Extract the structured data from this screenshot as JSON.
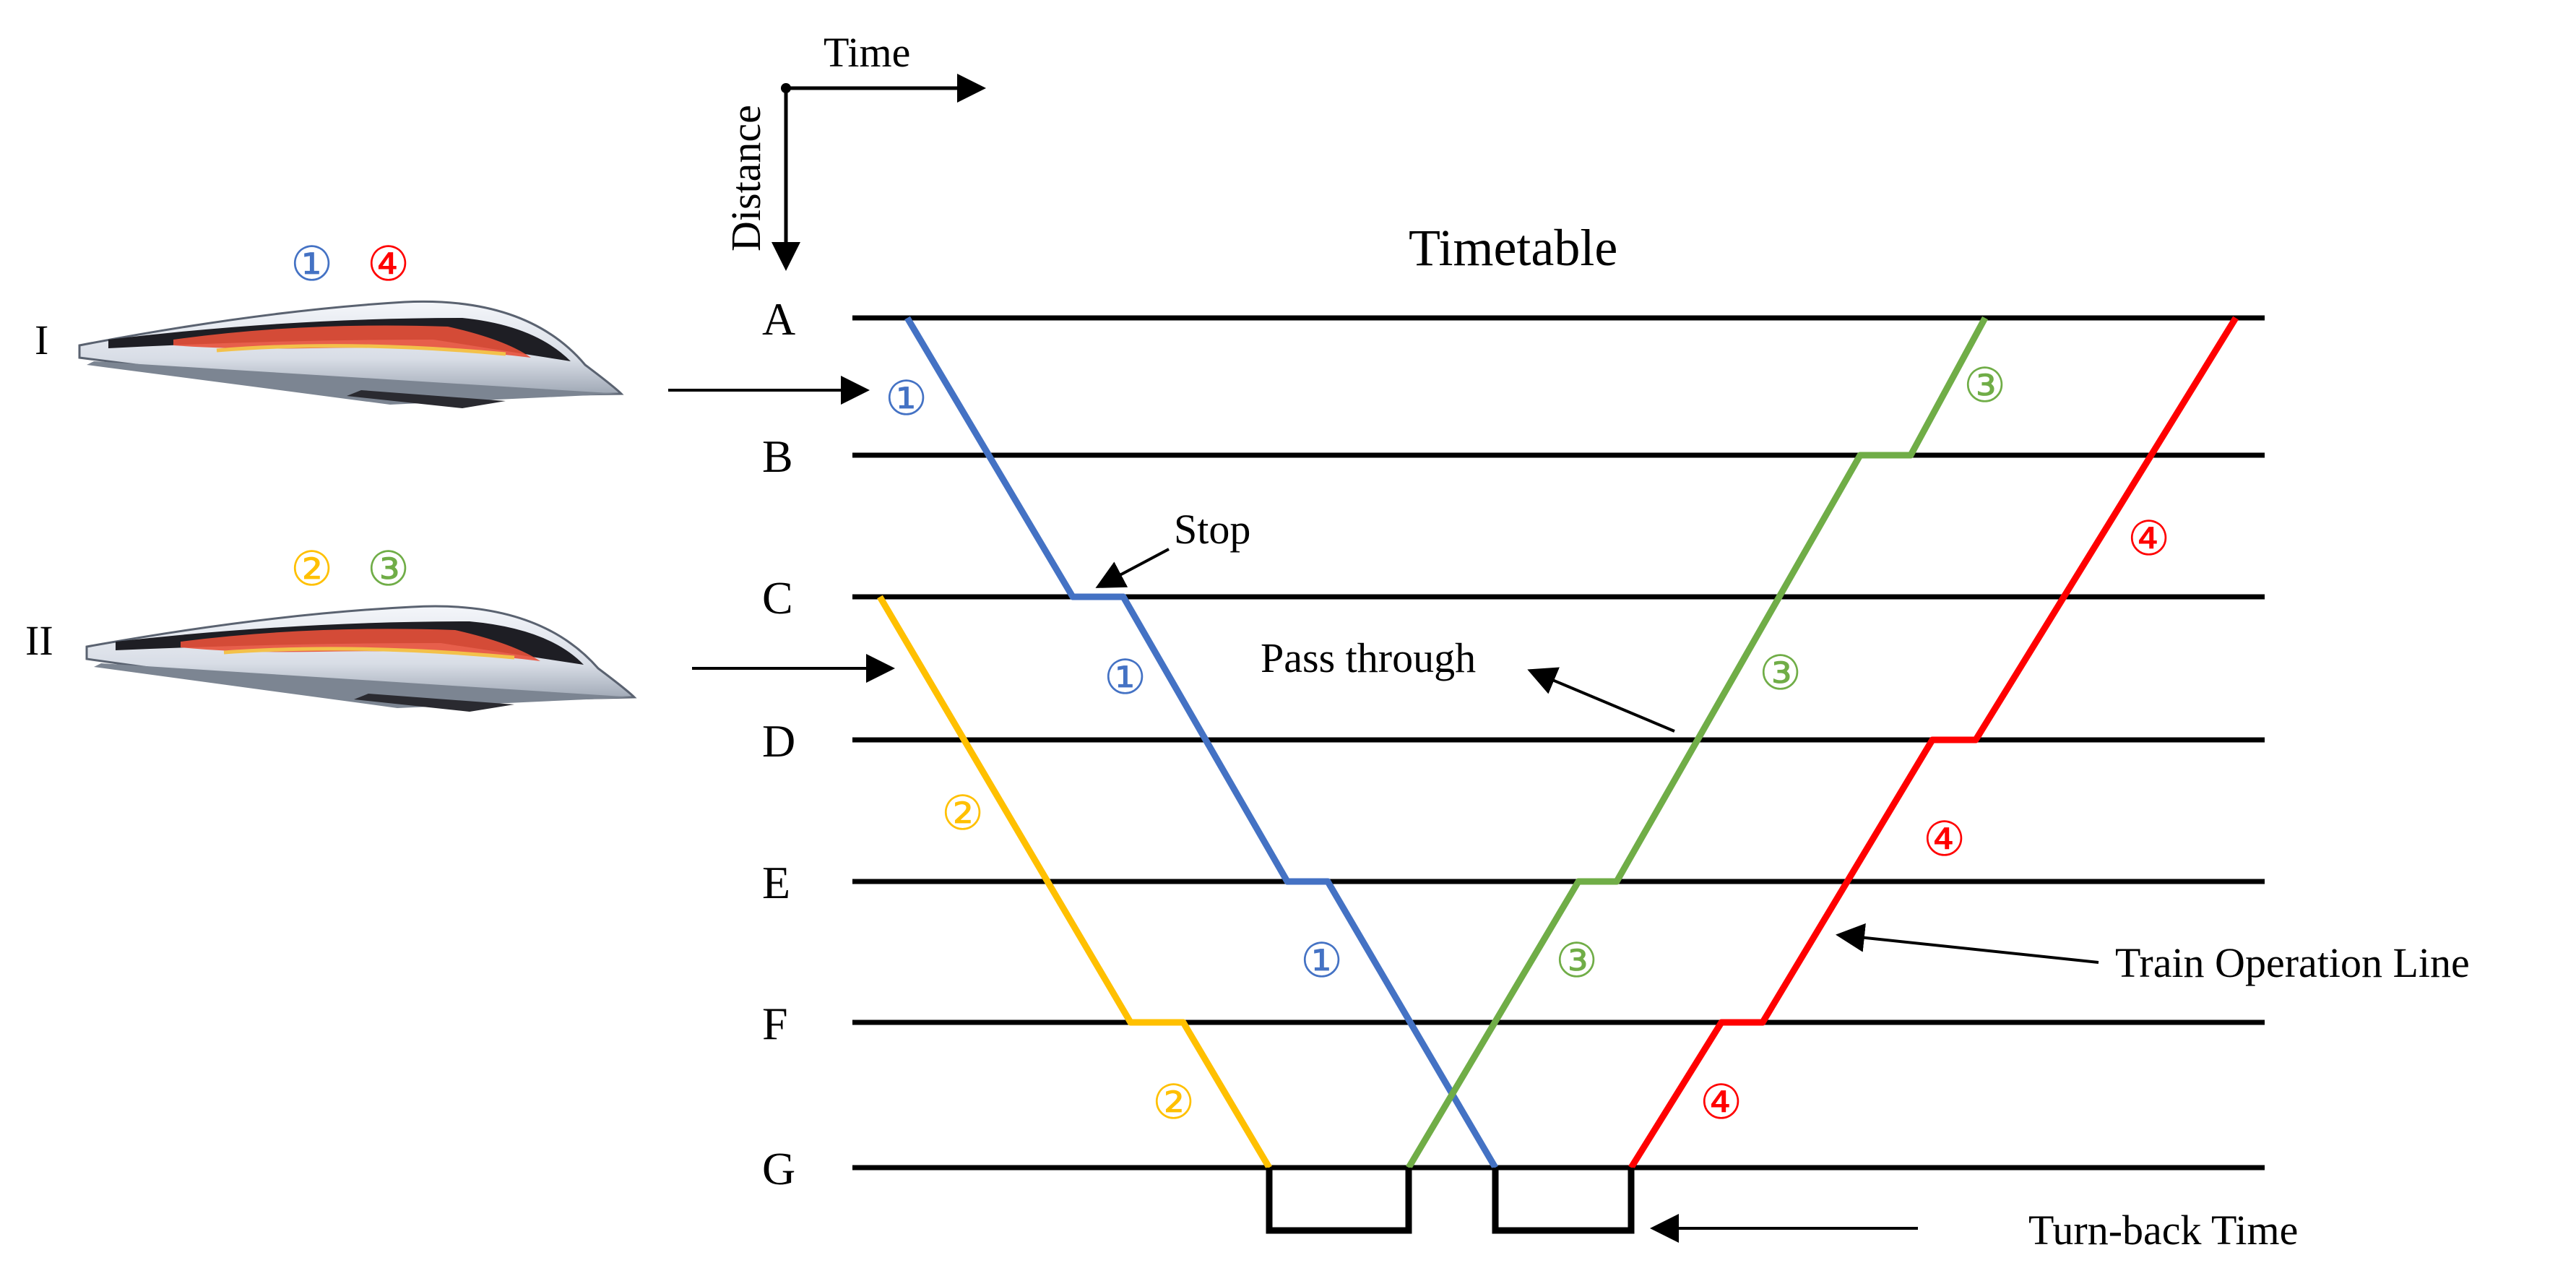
{
  "axes": {
    "time_label": "Time",
    "distance_label": "Distance"
  },
  "title": "Timetable",
  "stations": [
    "A",
    "B",
    "C",
    "D",
    "E",
    "F",
    "G"
  ],
  "trains": {
    "I": {
      "label": "I",
      "lines": [
        "①",
        "④"
      ]
    },
    "II": {
      "label": "II",
      "lines": [
        "②",
        "③"
      ]
    }
  },
  "lines": [
    {
      "id": "1",
      "symbol": "①",
      "color": "#4472C4"
    },
    {
      "id": "2",
      "symbol": "②",
      "color": "#FFC000"
    },
    {
      "id": "3",
      "symbol": "③",
      "color": "#70AD47"
    },
    {
      "id": "4",
      "symbol": "④",
      "color": "#FF0000"
    }
  ],
  "annotations": {
    "stop": "Stop",
    "pass_through": "Pass through",
    "train_operation_line": "Train Operation Line",
    "turn_back_time": "Turn-back Time"
  }
}
